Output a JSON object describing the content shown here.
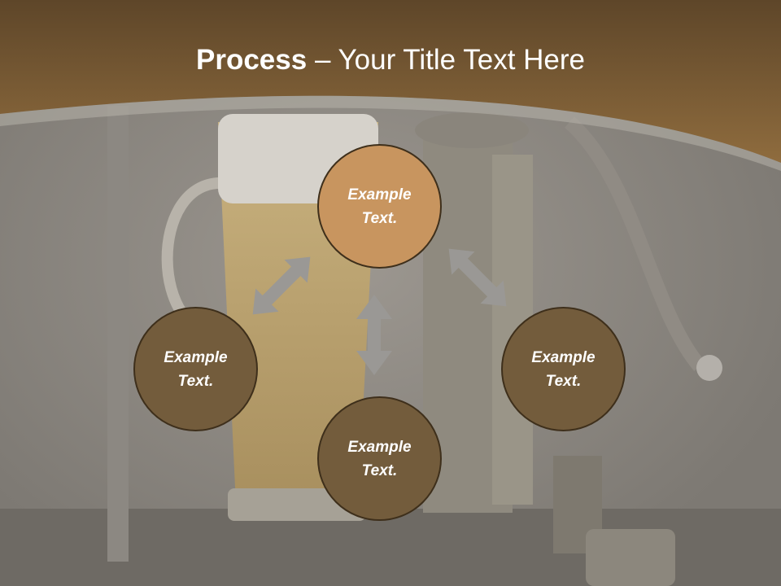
{
  "title": {
    "bold": "Process",
    "separator": " – ",
    "rest": "Your Title Text Here"
  },
  "nodes": [
    {
      "line1": "Example",
      "line2": "Text."
    },
    {
      "line1": "Example",
      "line2": "Text."
    },
    {
      "line1": "Example",
      "line2": "Text."
    },
    {
      "line1": "Example",
      "line2": "Text."
    }
  ],
  "colors": {
    "header": "#7a5c35",
    "node_top": "#c8955f",
    "node_dark": "#735c3c",
    "node_border": "#3e2f1b",
    "arrow": "#9a9895"
  },
  "background_image": "beer-mug-and-tap"
}
